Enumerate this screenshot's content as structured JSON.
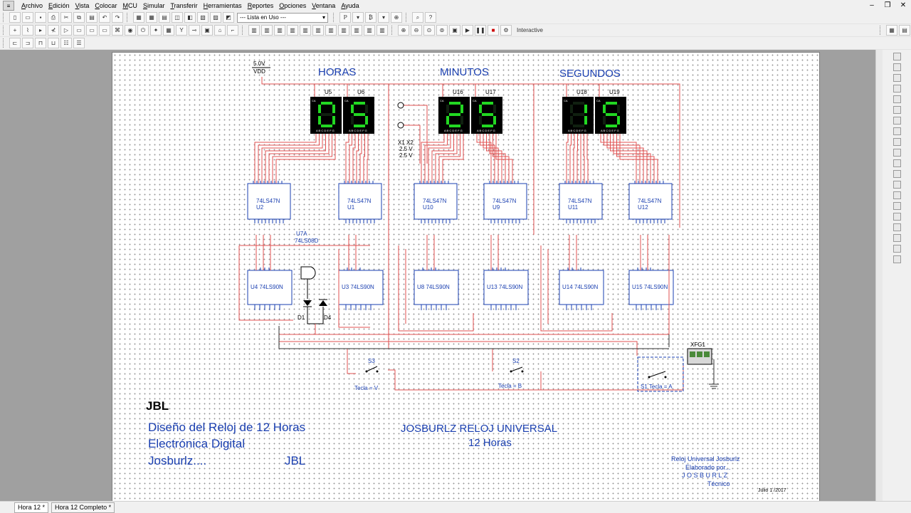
{
  "menu": [
    "Archivo",
    "Edición",
    "Vista",
    "Colocar",
    "MCU",
    "Simular",
    "Transferir",
    "Herramientas",
    "Reportes",
    "Opciones",
    "Ventana",
    "Ayuda"
  ],
  "toolbar": {
    "in_use_list": "--- Lista en Uso ---",
    "interactive": "Interactive"
  },
  "schematic": {
    "headers": {
      "hours": "HORAS",
      "minutes": "MINUTOS",
      "seconds": "SEGUNDOS"
    },
    "power": {
      "voltage": "5.0V",
      "label": "VDD"
    },
    "displays": [
      {
        "ref": "U5",
        "digit": "0"
      },
      {
        "ref": "U6",
        "digit": "5"
      },
      {
        "ref": "U16",
        "digit": "2"
      },
      {
        "ref": "U17",
        "digit": "5"
      },
      {
        "ref": "U18",
        "digit": "1"
      },
      {
        "ref": "U19",
        "digit": "5"
      }
    ],
    "display_pin_top": "CA",
    "display_pins": "A B C D E F G",
    "probe_labels": [
      "X1 X2",
      "2.5 V",
      "2.5 V"
    ],
    "decoders": [
      {
        "part": "74LS47N",
        "ref": "U2"
      },
      {
        "part": "74LS47N",
        "ref": "U1"
      },
      {
        "part": "74LS47N",
        "ref": "U10"
      },
      {
        "part": "74LS47N",
        "ref": "U9"
      },
      {
        "part": "74LS47N",
        "ref": "U11"
      },
      {
        "part": "74LS47N",
        "ref": "U12"
      }
    ],
    "counters": [
      {
        "label": "U4 74LS90N"
      },
      {
        "label": "U3 74LS90N"
      },
      {
        "label": "U8 74LS90N"
      },
      {
        "label": "U13 74LS90N"
      },
      {
        "label": "U14 74LS90N"
      },
      {
        "label": "U15 74LS90N"
      }
    ],
    "and_gate": {
      "ref": "U7A",
      "part": "74LS08D"
    },
    "diodes": [
      "D1",
      "D4"
    ],
    "switches": [
      {
        "ref": "S3",
        "key": "Tecla = V"
      },
      {
        "ref": "S2",
        "key": "Tecla = B"
      },
      {
        "ref": "S1",
        "key": "S1 Tecla = A"
      }
    ],
    "generator": {
      "ref": "XFG1"
    },
    "notes": {
      "brand": "JBL",
      "line1": "Diseño del Reloj de 12 Horas",
      "line2": "Electrónica Digital",
      "line3": "Josburlz....",
      "line3b": "JBL",
      "center_title": "JOSBURLZ  RELOJ  UNIVERSAL",
      "center_sub": "12 Horas",
      "credit1": "Reloj Universal Josburlz",
      "credit2": "Elaborado por...",
      "credit3": "J O S B U R L Z",
      "credit4": "Técnico",
      "date": "Julio 1 /2017"
    }
  },
  "tabs": [
    "Hora 12 *",
    "Hora 12 Completo *"
  ],
  "colors": {
    "wire": "#e05050",
    "wire_dark": "#333333",
    "ic": "#1a3fb0",
    "display_on": "#22d822",
    "display_bg": "#000000",
    "note_blue": "#1a3fb0"
  }
}
